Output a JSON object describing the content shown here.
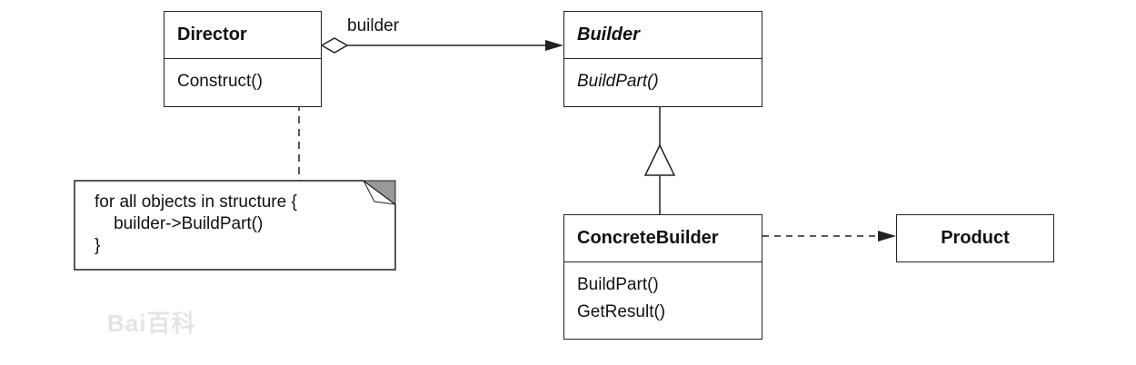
{
  "classes": {
    "director": {
      "name": "Director",
      "operations": [
        "Construct()"
      ]
    },
    "builder": {
      "name": "Builder",
      "operations": [
        "BuildPart()"
      ]
    },
    "concrete_builder": {
      "name": "ConcreteBuilder",
      "operations": [
        "BuildPart()",
        "GetResult()"
      ]
    },
    "product": {
      "name": "Product"
    }
  },
  "association_label": "builder",
  "note": {
    "lines": [
      "for all objects in structure {",
      "    builder->BuildPart()",
      "}"
    ]
  },
  "watermark": "Bai百科"
}
